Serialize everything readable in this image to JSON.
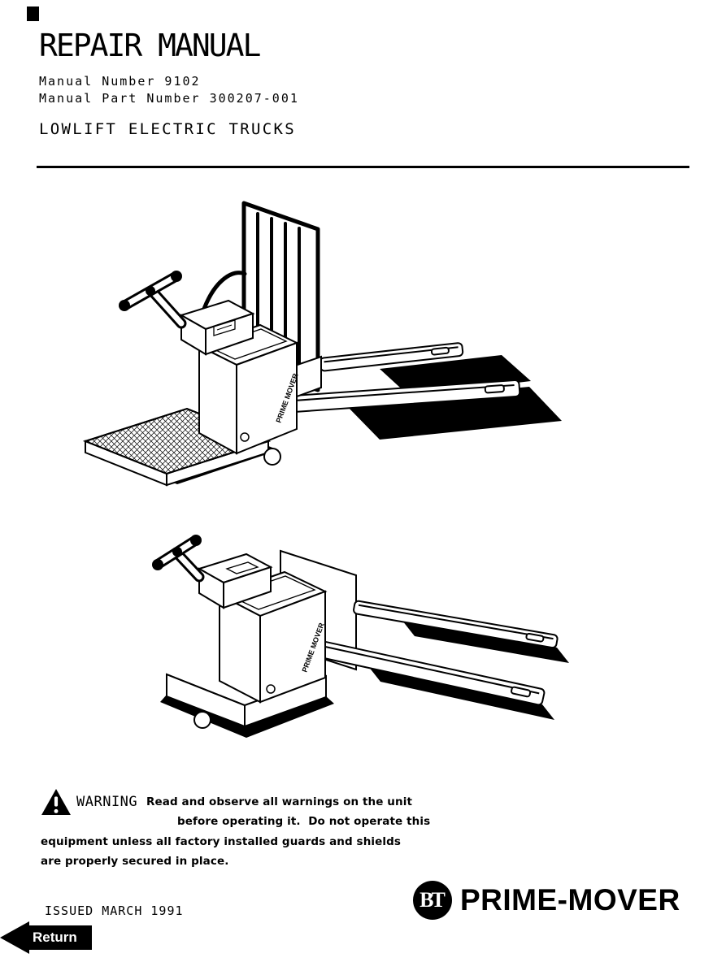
{
  "header": {
    "title": "REPAIR MANUAL",
    "manual_number": "Manual Number 9102",
    "manual_part_number": "Manual Part Number 300207-001",
    "subtitle": "LOWLIFT ELECTRIC TRUCKS"
  },
  "illustration": {
    "brand_label": "PRIME MOVER"
  },
  "warning": {
    "label": "WARNING",
    "line1": "Read and observe all warnings on the unit",
    "line2": "before operating it.  Do not operate this",
    "line3": "equipment unless all factory installed guards and shields",
    "line4": "are properly secured in place."
  },
  "footer": {
    "issued": "ISSUED MARCH 1991",
    "logo_monogram": "BT",
    "logo_text": "PRIME-MOVER"
  },
  "nav": {
    "return_label": "Return"
  },
  "colors": {
    "ink": "#000000",
    "paper": "#ffffff"
  }
}
